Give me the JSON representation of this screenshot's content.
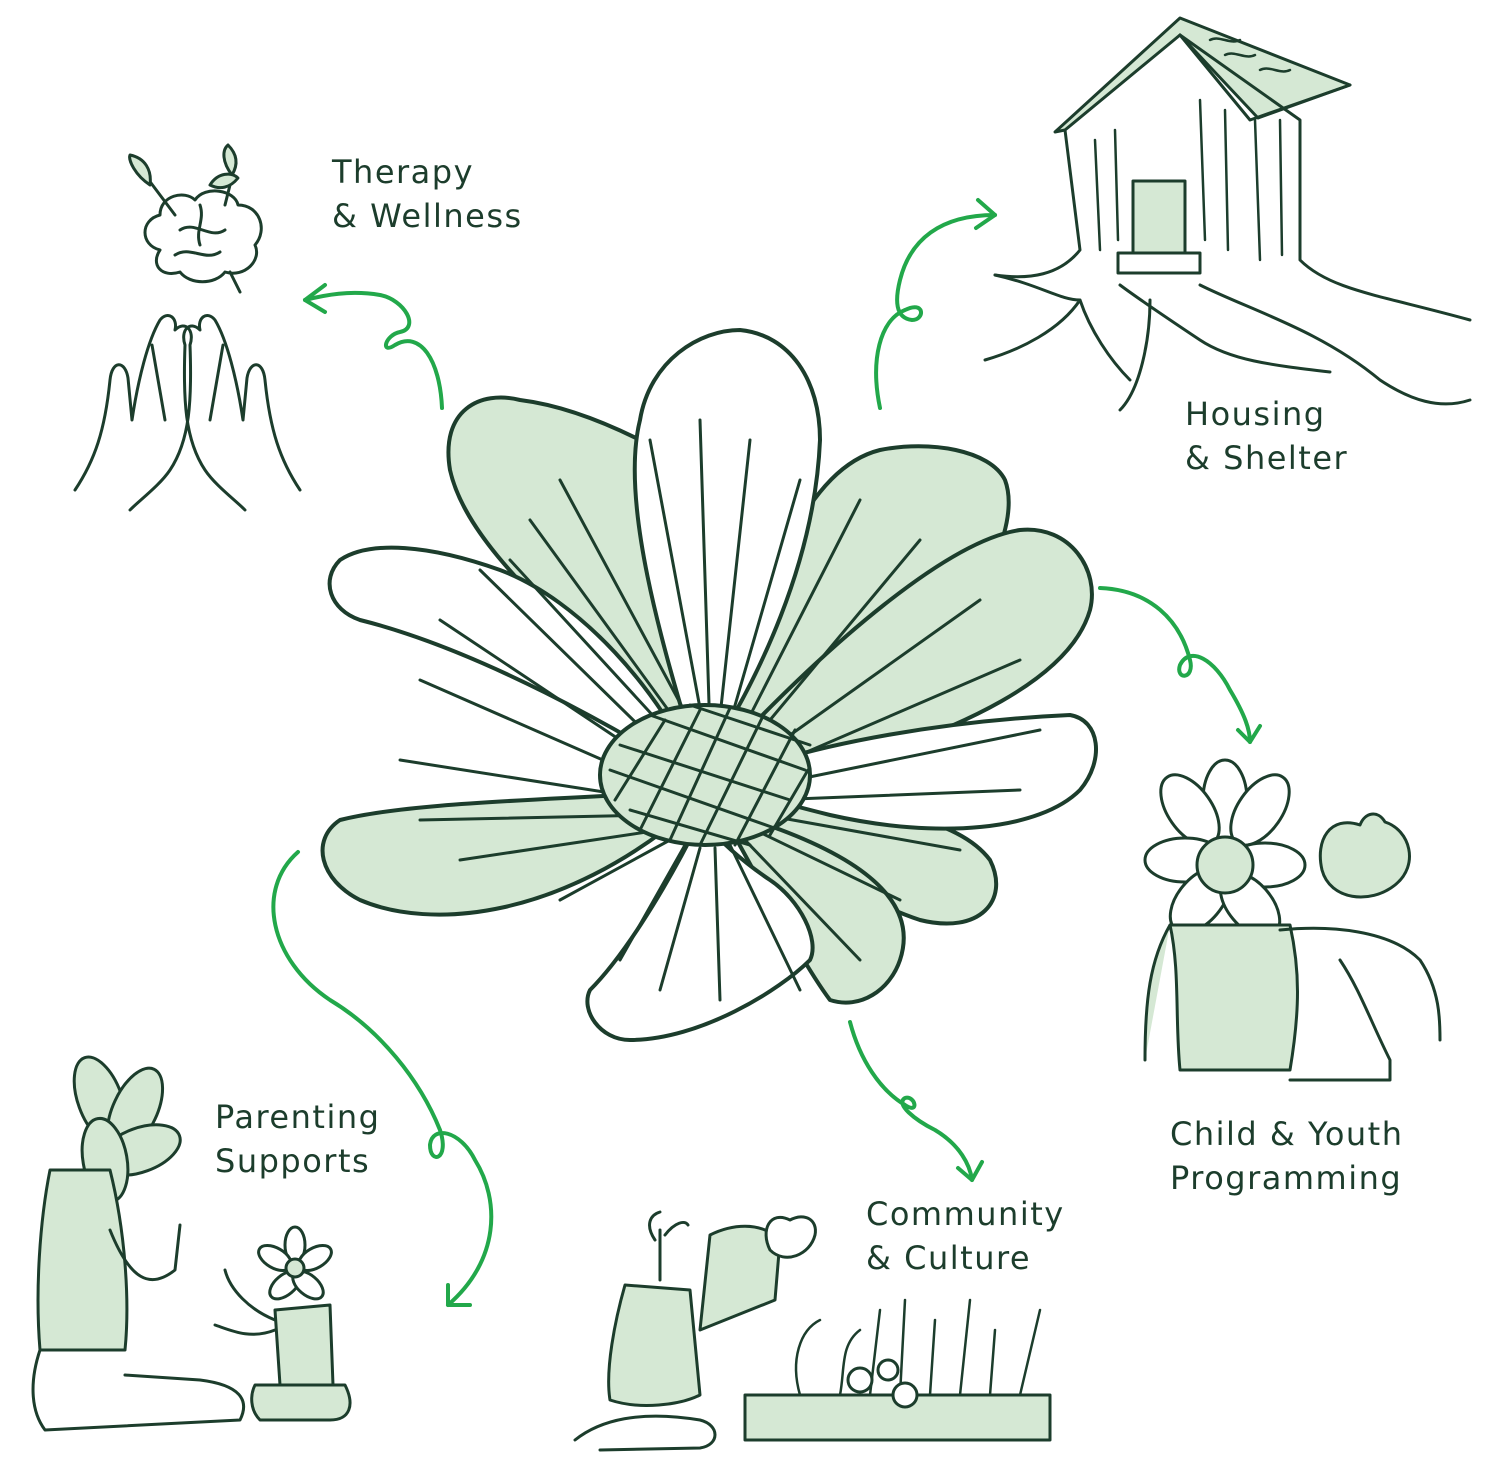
{
  "colors": {
    "ink": "#1c3d2c",
    "petal_fill": "#d5e8d4",
    "arrow": "#22a84a",
    "background": "#ffffff"
  },
  "center": {
    "icon": "flower-icon"
  },
  "services": [
    {
      "id": "therapy",
      "icon": "brain-hands-icon",
      "line1": "Therapy",
      "line2": "& Wellness"
    },
    {
      "id": "housing",
      "icon": "tree-stump-house-icon",
      "line1": "Housing",
      "line2": "& Shelter"
    },
    {
      "id": "youth",
      "icon": "flower-children-icon",
      "line1": "Child & Youth",
      "line2": "Programming"
    },
    {
      "id": "community",
      "icon": "gardening-people-icon",
      "line1": "Community",
      "line2": "& Culture"
    },
    {
      "id": "parenting",
      "icon": "parent-child-icon",
      "line1": "Parenting",
      "line2": "Supports"
    }
  ]
}
